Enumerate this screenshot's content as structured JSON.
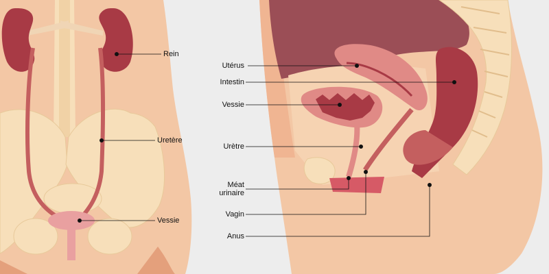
{
  "colors": {
    "background": "#ededed",
    "skin": "#f3c7a5",
    "skin_dark": "#e4a07c",
    "bone": "#f7dfba",
    "organ": "#a83a45",
    "organ_light": "#e08a86",
    "muscle": "#c45f5f"
  },
  "left_figure": {
    "labels": {
      "kidney": "Rein",
      "ureter": "Uretère",
      "bladder": "Vessie"
    }
  },
  "right_figure": {
    "labels": {
      "uterus": "Utérus",
      "intestine": "Intestin",
      "bladder": "Vessie",
      "urethra": "Urètre",
      "meatus_line1": "Méat",
      "meatus_line2": "urinaire",
      "vagina": "Vagin",
      "anus": "Anus"
    }
  }
}
